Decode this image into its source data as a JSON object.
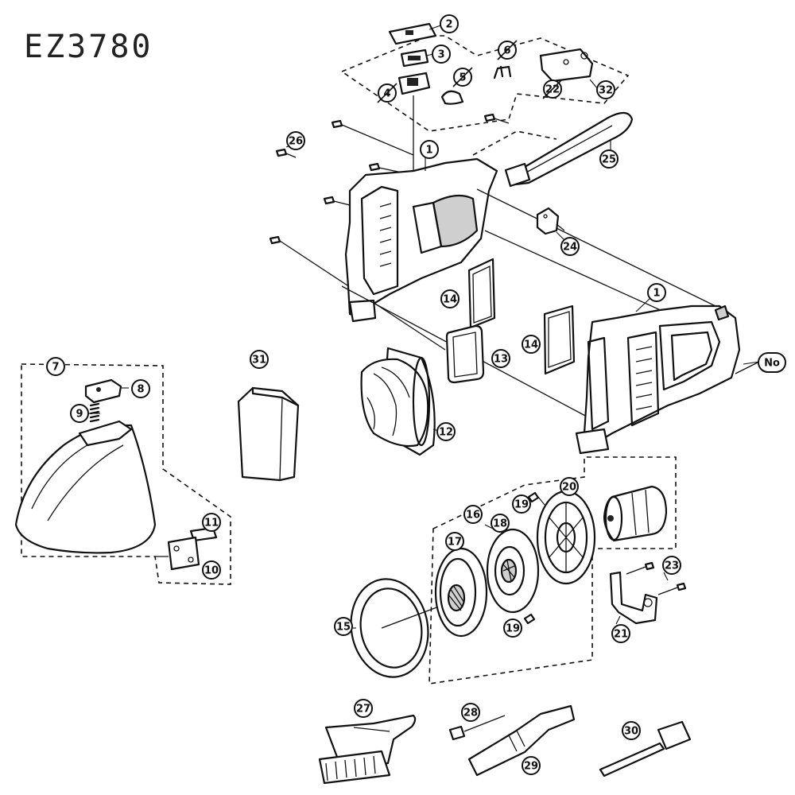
{
  "model": "EZ3780",
  "callouts": [
    {
      "id": "c-2",
      "label": "2"
    },
    {
      "id": "c-3",
      "label": "3"
    },
    {
      "id": "c-4",
      "label": "4"
    },
    {
      "id": "c-5",
      "label": "5"
    },
    {
      "id": "c-6",
      "label": "6"
    },
    {
      "id": "c-22",
      "label": "22"
    },
    {
      "id": "c-32",
      "label": "32"
    },
    {
      "id": "c-26",
      "label": "26"
    },
    {
      "id": "c-1a",
      "label": "1"
    },
    {
      "id": "c-25",
      "label": "25"
    },
    {
      "id": "c-24",
      "label": "24"
    },
    {
      "id": "c-1b",
      "label": "1"
    },
    {
      "id": "c-14a",
      "label": "14"
    },
    {
      "id": "c-14b",
      "label": "14"
    },
    {
      "id": "c-13",
      "label": "13"
    },
    {
      "id": "c-no",
      "label": "No"
    },
    {
      "id": "c-31",
      "label": "31"
    },
    {
      "id": "c-12",
      "label": "12"
    },
    {
      "id": "c-7",
      "label": "7"
    },
    {
      "id": "c-8",
      "label": "8"
    },
    {
      "id": "c-9",
      "label": "9"
    },
    {
      "id": "c-11",
      "label": "11"
    },
    {
      "id": "c-10",
      "label": "10"
    },
    {
      "id": "c-16",
      "label": "16"
    },
    {
      "id": "c-18",
      "label": "18"
    },
    {
      "id": "c-19a",
      "label": "19"
    },
    {
      "id": "c-20",
      "label": "20"
    },
    {
      "id": "c-17",
      "label": "17"
    },
    {
      "id": "c-23",
      "label": "23"
    },
    {
      "id": "c-15",
      "label": "15"
    },
    {
      "id": "c-19b",
      "label": "19"
    },
    {
      "id": "c-21",
      "label": "21"
    },
    {
      "id": "c-27",
      "label": "27"
    },
    {
      "id": "c-28",
      "label": "28"
    },
    {
      "id": "c-29",
      "label": "29"
    },
    {
      "id": "c-30",
      "label": "30"
    }
  ]
}
